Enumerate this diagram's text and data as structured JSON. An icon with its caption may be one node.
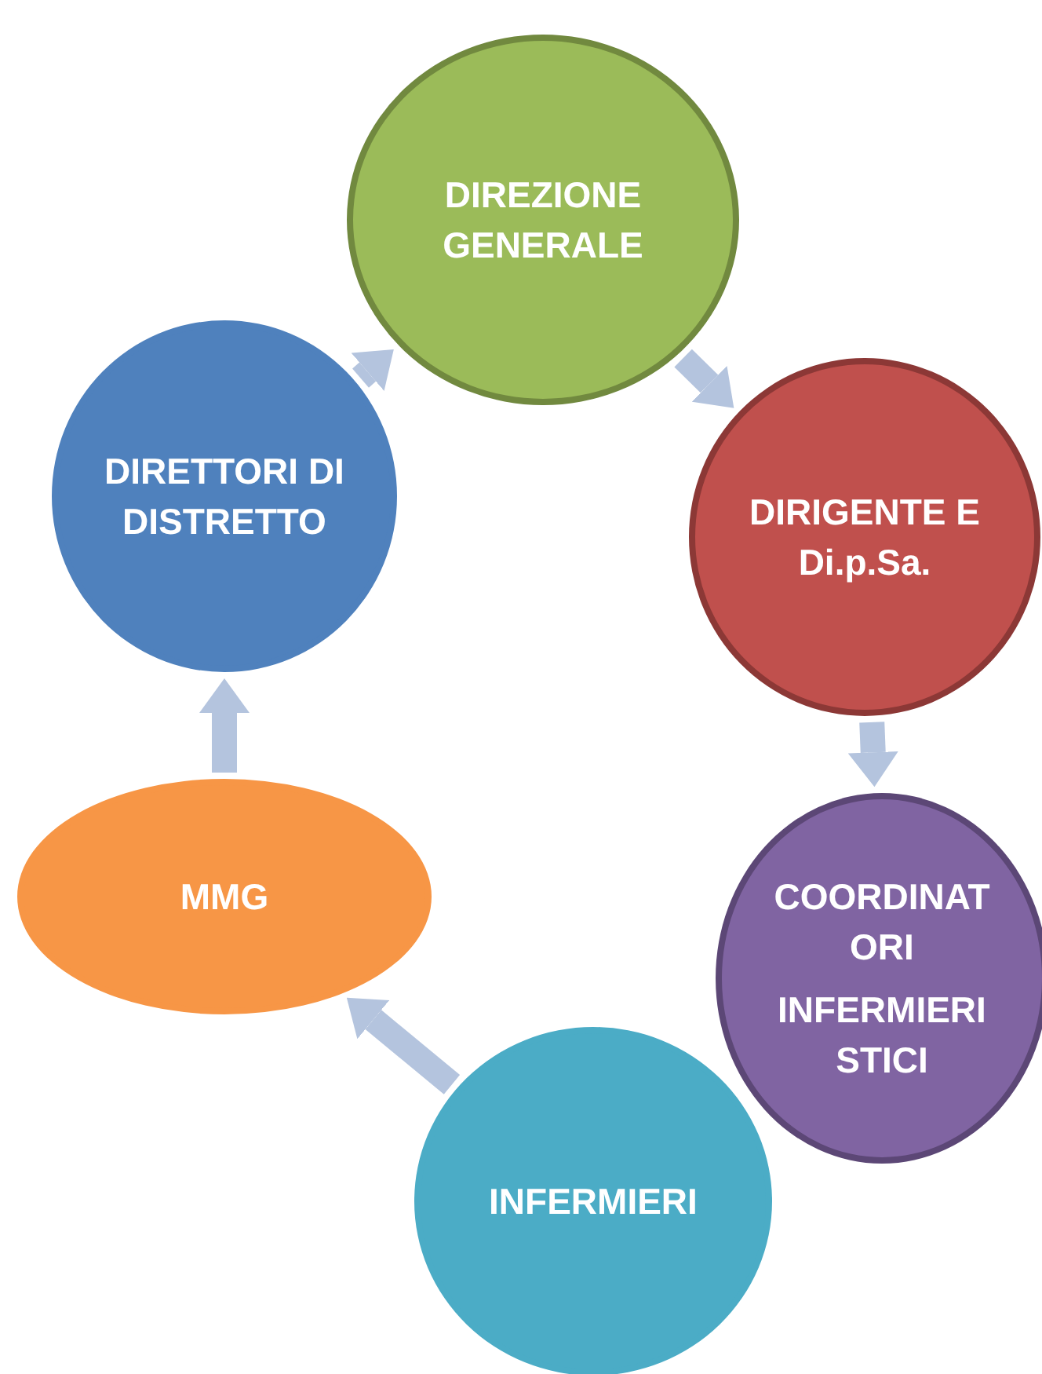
{
  "diagram": {
    "nodes": [
      {
        "text": [
          "DIREZIONE GENERALE"
        ]
      },
      {
        "text": [
          "DIRIGENTE E Di.p.Sa."
        ]
      },
      {
        "text": [
          "COORDINATORI",
          "INFERMIERISTICI"
        ]
      },
      {
        "text": [
          "INFERMIERI"
        ]
      },
      {
        "text": [
          "MMG"
        ]
      },
      {
        "text": [
          "DIRETTORI DI DISTRETTO"
        ]
      }
    ],
    "edges": [
      {
        "from": 5,
        "to": 0,
        "arrow": "to"
      },
      {
        "from": 0,
        "to": 1,
        "arrow": "to"
      },
      {
        "from": 1,
        "to": 2,
        "arrow": "to"
      },
      {
        "from": 3,
        "to": 4,
        "arrow": "to"
      },
      {
        "from": 4,
        "to": 5,
        "arrow": "to"
      }
    ]
  }
}
